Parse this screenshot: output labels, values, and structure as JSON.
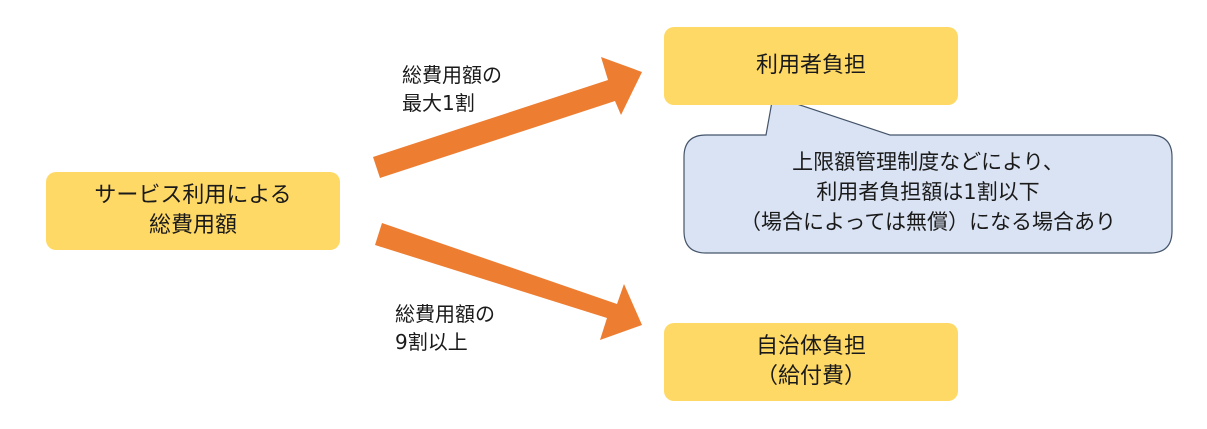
{
  "source": {
    "line1": "サービス利用による",
    "line2": "総費用額"
  },
  "user_share": {
    "label": "利用者負担"
  },
  "gov_share": {
    "line1": "自治体負担",
    "line2": "（給付費）"
  },
  "arrow_top_label": {
    "line1": "総費用額の",
    "line2": "最大1割"
  },
  "arrow_bottom_label": {
    "line1": "総費用額の",
    "line2": "9割以上"
  },
  "callout": {
    "line1": "上限額管理制度などにより、",
    "line2": "利用者負担額は1割以下",
    "line3": "（場合によっては無償）になる場合あり"
  },
  "colors": {
    "box_fill": "#ffd966",
    "arrow_fill": "#ed7d31",
    "callout_fill": "#dae3f3",
    "callout_stroke": "#44546a"
  }
}
